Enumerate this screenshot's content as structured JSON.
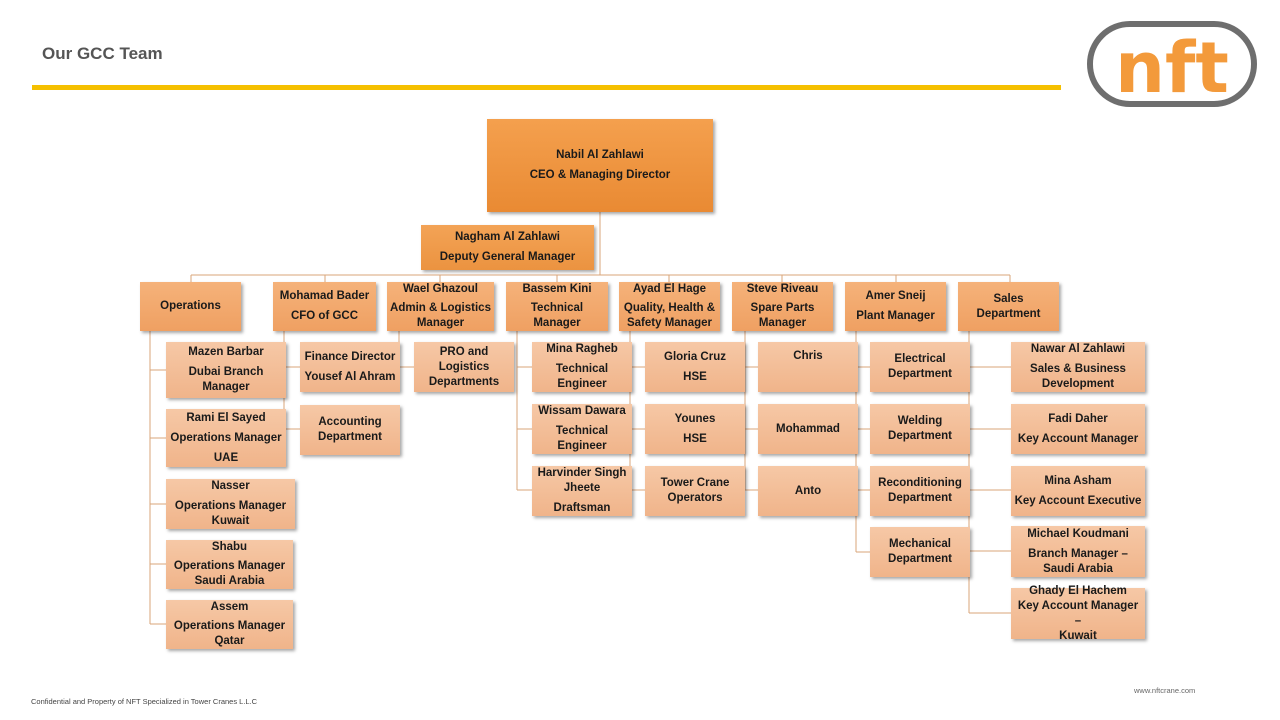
{
  "header": {
    "title": "Our GCC Team"
  },
  "logo": {
    "text": "nft",
    "icon": "nft-logo-icon",
    "color_orange": "#F39A3B",
    "color_grey": "#6E6E6E"
  },
  "colors": {
    "accent_rule": "#F5C000",
    "box_dark": "#E98A33",
    "box_light": "#F6C8A6"
  },
  "org": {
    "ceo": {
      "name": "Nabil Al Zahlawi",
      "role": "CEO & Managing  Director"
    },
    "deputy": {
      "name": "Nagham Al Zahlawi",
      "role": "Deputy General Manager"
    },
    "departments": [
      {
        "line1": "Operations"
      },
      {
        "line1": "Mohamad Bader",
        "line2": "CFO  of GCC"
      },
      {
        "line1": "Wael Ghazoul",
        "line2": "Admin & Logistics",
        "line3": "Manager"
      },
      {
        "line1": "Bassem Kini",
        "line2": "Technical",
        "line3": "Manager"
      },
      {
        "line1": "Ayad El Hage",
        "line2": "Quality, Health &",
        "line3": "Safety Manager"
      },
      {
        "line1": "Steve Riveau",
        "line2": "Spare Parts",
        "line3": "Manager"
      },
      {
        "line1": "Amer Sneij",
        "line2": "Plant Manager"
      },
      {
        "line1": "Sales Department"
      }
    ],
    "operations_staff": [
      {
        "line1": "Mazen Barbar",
        "line2": "Dubai Branch",
        "line3": "Manager"
      },
      {
        "line1": "Rami El Sayed",
        "line2": "Operations Manager",
        "line3": "UAE"
      },
      {
        "line1": "Nasser",
        "line2": "Operations Manager",
        "line3": "Kuwait"
      },
      {
        "line1": "Shabu",
        "line2": "Operations Manager",
        "line3": "Saudi Arabia"
      },
      {
        "line1": "Assem",
        "line2": "Operations Manager",
        "line3": "Qatar"
      }
    ],
    "finance_staff": [
      {
        "line1": "Finance Director",
        "line2": "Yousef Al Ahram"
      },
      {
        "line1": "Accounting",
        "line2": "Department"
      }
    ],
    "admin_staff": [
      {
        "line1": "PRO and Logistics",
        "line2": "Departments"
      }
    ],
    "technical_staff": [
      {
        "line1": "Mina  Ragheb",
        "line2": "Technical",
        "line3": "Engineer"
      },
      {
        "line1": "Wissam Dawara",
        "line2": "Technical",
        "line3": "Engineer"
      },
      {
        "line1": "Harvinder Singh",
        "line2": "Jheete",
        "line3": "Draftsman"
      }
    ],
    "qhse_staff": [
      {
        "line1": "Gloria  Cruz",
        "line2": "HSE"
      },
      {
        "line1": "Younes",
        "line2": "HSE"
      },
      {
        "line1": "Tower Crane",
        "line2": "Operators"
      }
    ],
    "spare_staff": [
      {
        "line1": "Chris"
      },
      {
        "line1": "Mohammad"
      },
      {
        "line1": "Anto"
      }
    ],
    "plant_staff": [
      {
        "line1": "Electrical",
        "line2": "Department"
      },
      {
        "line1": "Welding",
        "line2": "Department"
      },
      {
        "line1": "Reconditioning",
        "line2": "Department"
      },
      {
        "line1": "Mechanical",
        "line2": "Department"
      }
    ],
    "sales_staff": [
      {
        "line1": "Nawar Al Zahlawi",
        "line2": "Sales & Business",
        "line3": "Development"
      },
      {
        "line1": "Fadi Daher",
        "line2": "Key Account  Manager"
      },
      {
        "line1": "Mina  Asham",
        "line2": "Key Account  Executive"
      },
      {
        "line1": "Michael  Koudmani",
        "line2": "Branch Manager –",
        "line3": "Saudi Arabia"
      },
      {
        "line1": "Ghady  El Hachem",
        "line2": "Key Account Manager –",
        "line3": "Kuwait"
      }
    ]
  },
  "footer": {
    "left": "Confidential and Property of NFT Specialized in Tower Cranes L.L.C",
    "right": "www.nftcrane.com"
  }
}
